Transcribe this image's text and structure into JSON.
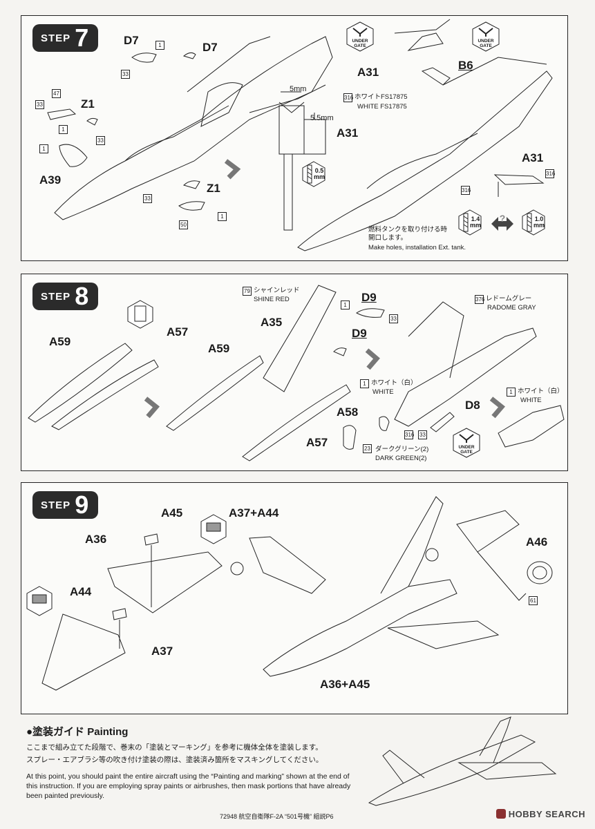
{
  "step7": {
    "badge_word": "STEP",
    "badge_num": "7",
    "labels": {
      "d7a": "D7",
      "d7b": "D7",
      "z1a": "Z1",
      "z1b": "Z1",
      "a39": "A39",
      "a31a": "A31",
      "a31b": "A31",
      "a31c": "A31",
      "b6": "B6"
    },
    "boxes": {
      "b1": "1",
      "b2": "33",
      "b3": "47",
      "b4": "33",
      "b5": "1",
      "b6": "1",
      "b7": "33",
      "b8": "33",
      "b9": "1",
      "b10": "50",
      "b11": "316",
      "b12": "316",
      "b13": "316"
    },
    "dims": {
      "d1": "5mm",
      "d2": "5.5mm"
    },
    "drills": {
      "d1": "0.5\nmm",
      "d2": "1.4\nmm",
      "d3": "1.0\nmm"
    },
    "under_gate": "UNDER\nGATE",
    "paint_jp": "ホワイトFS17875",
    "paint_en": "WHITE FS17875",
    "note_jp": "燃料タンクを取り付ける時\n開口します。",
    "note_en": "Make holes, installation Ext. tank."
  },
  "step8": {
    "badge_word": "STEP",
    "badge_num": "8",
    "labels": {
      "a59a": "A59",
      "a57a": "A57",
      "a59b": "A59",
      "a35": "A35",
      "a57b": "A57",
      "d9a": "D9",
      "d9b": "D9",
      "a58": "A58",
      "d8": "D8"
    },
    "boxes": {
      "b1": "79",
      "b2": "1",
      "b3": "33",
      "b4": "1",
      "b5": "316",
      "b6": "33",
      "b7": "23",
      "b8": "376",
      "b9": "1"
    },
    "shine_red_jp": "シャインレッド",
    "shine_red_en": "SHINE RED",
    "white_jp": "ホワイト（白）",
    "white_en": "WHITE",
    "white2_jp": "ホワイト（白）",
    "white2_en": "WHITE",
    "dark_green_jp": "ダークグリーン(2)",
    "dark_green_en": "DARK GREEN(2)",
    "radome_jp": "レドームグレー",
    "radome_en": "RADOME GRAY",
    "under_gate": "UNDER\nGATE"
  },
  "step9": {
    "badge_word": "STEP",
    "badge_num": "9",
    "labels": {
      "a45": "A45",
      "a3744": "A37+A44",
      "a36": "A36",
      "a44": "A44",
      "a37": "A37",
      "a46": "A46",
      "a3645": "A36+A45"
    },
    "boxes": {
      "b1": "61"
    }
  },
  "painting": {
    "title": "●塗装ガイド Painting",
    "jp1": "ここまで組み立てた段階で、巻末の「塗装とマーキング」を参考に機体全体を塗装します。",
    "jp2": "スプレー・エアブラシ等の吹き付け塗装の際は、塗装済み箇所をマスキングしてください。",
    "en": "At this point, you should paint the entire aircraft using the “Painting and marking” shown at the end of this instruction. If you are employing spray paints or airbrushes, then mask portions that have already been painted previously."
  },
  "footer": "72948  航空自衛隊F-2A “501号機” 組説P6",
  "brand": "HOBBY SEARCH"
}
